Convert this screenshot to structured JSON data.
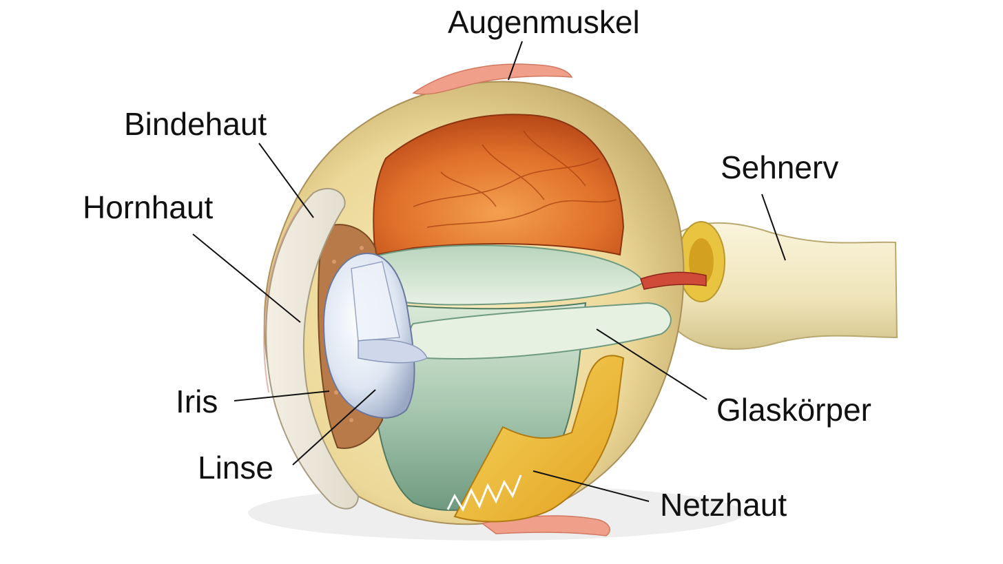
{
  "labels": {
    "augenmuskel": "Augenmuskel",
    "bindehaut": "Bindehaut",
    "hornhaut": "Hornhaut",
    "iris": "Iris",
    "linse": "Linse",
    "sehnerv": "Sehnerv",
    "glaskoerper": "Glaskörper",
    "netzhaut": "Netzhaut"
  },
  "colors": {
    "sclera": "#eedca0",
    "choroid_orange": "#e0702a",
    "vitreous_green": "#bcd8c4",
    "lens_blue": "#dde6f2",
    "retina_yellow": "#f0c040",
    "muscle_pink": "#f0a08a",
    "nerve_cream": "#f2ebc8"
  }
}
